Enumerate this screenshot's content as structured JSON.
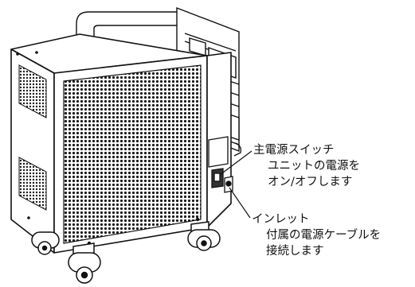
{
  "callouts": {
    "main_switch": {
      "title": "主電源スイッチ",
      "desc_line1": "ユニットの電源を",
      "desc_line2": "オン/オフします"
    },
    "inlet": {
      "title": "インレット",
      "desc_line1": "付属の電源ケーブルを",
      "desc_line2": "接続します"
    }
  },
  "colors": {
    "line": "#111111",
    "fill": "#ffffff"
  }
}
